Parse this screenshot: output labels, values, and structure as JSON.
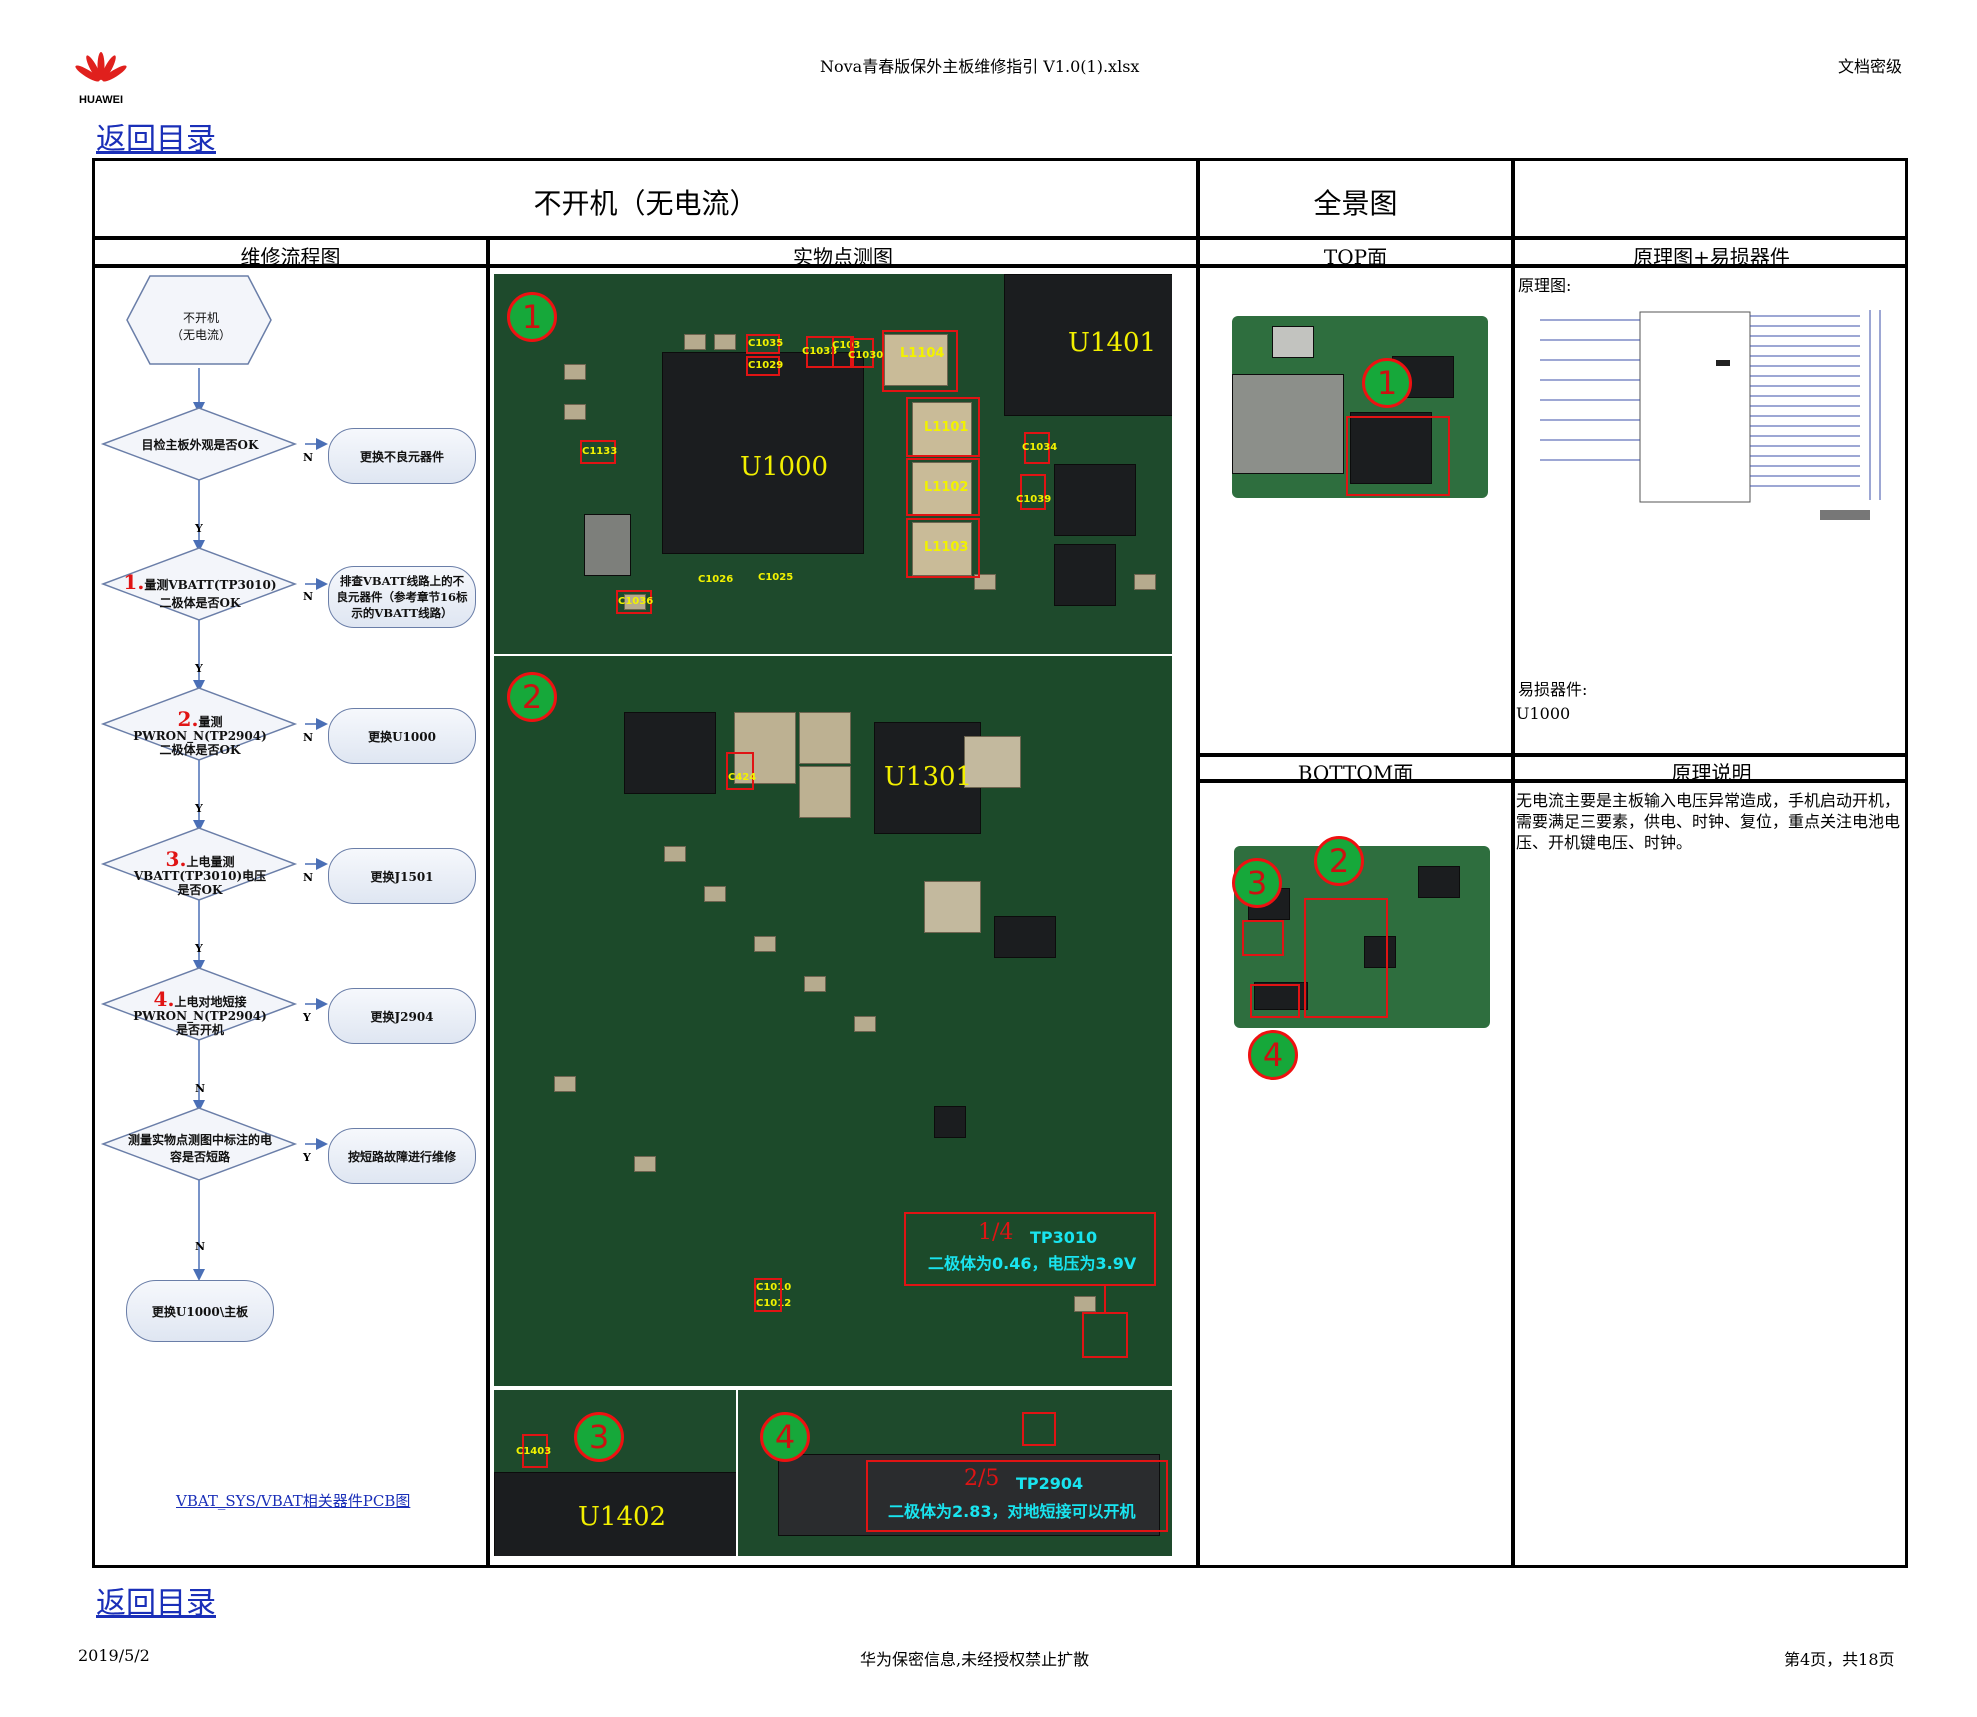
{
  "header": {
    "logo_text": "HUAWEI",
    "file_title": "Nova青春版保外主板维修指引 V1.0(1).xlsx",
    "classification": "文档密级"
  },
  "nav": {
    "back_top": "返回目录",
    "back_bottom": "返回目录"
  },
  "table": {
    "main_title": "不开机（无电流）",
    "overview_title": "全景图",
    "col_flow": "维修流程图",
    "col_photo": "实物点测图",
    "col_top": "TOP面",
    "col_schematic": "原理图+易损器件",
    "col_bottom": "BOTTOM面",
    "col_explain": "原理说明",
    "schematic_label": "原理图:",
    "vulnerable_label": "易损器件:",
    "vulnerable_value": "U1000",
    "explanation": "无电流主要是主板输入电压异常造成，手机启动开机，需要满足三要素，供电、时钟、复位，重点关注电池电压、开机键电压、时钟。"
  },
  "flow": {
    "start": "不开机\n（无电流）",
    "q1": "目检主板外观是否OK",
    "a1": "更换不良元器件",
    "q2_num": "1.",
    "q2": "量测VBATT(TP3010)\n二极体是否OK",
    "a2": "排查VBATT线路上的不良元器件（参考章节16标示的VBATT线路）",
    "q3_num": "2.",
    "q3_a": "量测",
    "q3": "PWRON_N(TP2904)二极体是否OK",
    "a3": "更换U1000",
    "q4_num": "3.",
    "q4_a": "上电量测",
    "q4": "VBATT(TP3010)电压是否OK",
    "a4": "更换J1501",
    "q5_num": "4.",
    "q5_a": "上电对地短接",
    "q5": "PWRON_N(TP2904)是否开机",
    "a5": "更换J2904",
    "q6": "测量实物点测图中标注的电容是否短路",
    "a6": "按短路故障进行维修",
    "end": "更换U1000\\主板",
    "n": "N",
    "y": "Y",
    "link": "VBAT_SYS/VBAT相关器件PCB图"
  },
  "photo": {
    "circle_1": "1",
    "circle_2": "2",
    "circle_3": "3",
    "circle_4": "4",
    "u1000": "U1000",
    "u1401": "U1401",
    "u1301": "U1301",
    "u1402": "U1402",
    "l1104": "L1104",
    "l1101": "L1101",
    "l1102": "L1102",
    "l1103": "L1103",
    "caps": [
      "C1035",
      "C1029",
      "C1033",
      "C103",
      "C1030",
      "C1133",
      "C1034",
      "C1039",
      "C1026",
      "C1025",
      "C1036",
      "C424",
      "C1010",
      "C1012",
      "C1403"
    ],
    "tp3010_num": "1/4",
    "tp3010": "TP3010",
    "tp3010_note": "二极体为0.46，电压为3.9V",
    "tp2904_num": "2/5",
    "tp2904": "TP2904",
    "tp2904_note": "二极体为2.83，对地短接可以开机"
  },
  "overview": {
    "top_circle": "1",
    "bot_circle_2": "2",
    "bot_circle_3": "3",
    "bot_circle_4": "4"
  },
  "footer": {
    "date": "2019/5/2",
    "confidential": "华为保密信息,未经授权禁止扩散",
    "page": "第4页，共18页"
  }
}
